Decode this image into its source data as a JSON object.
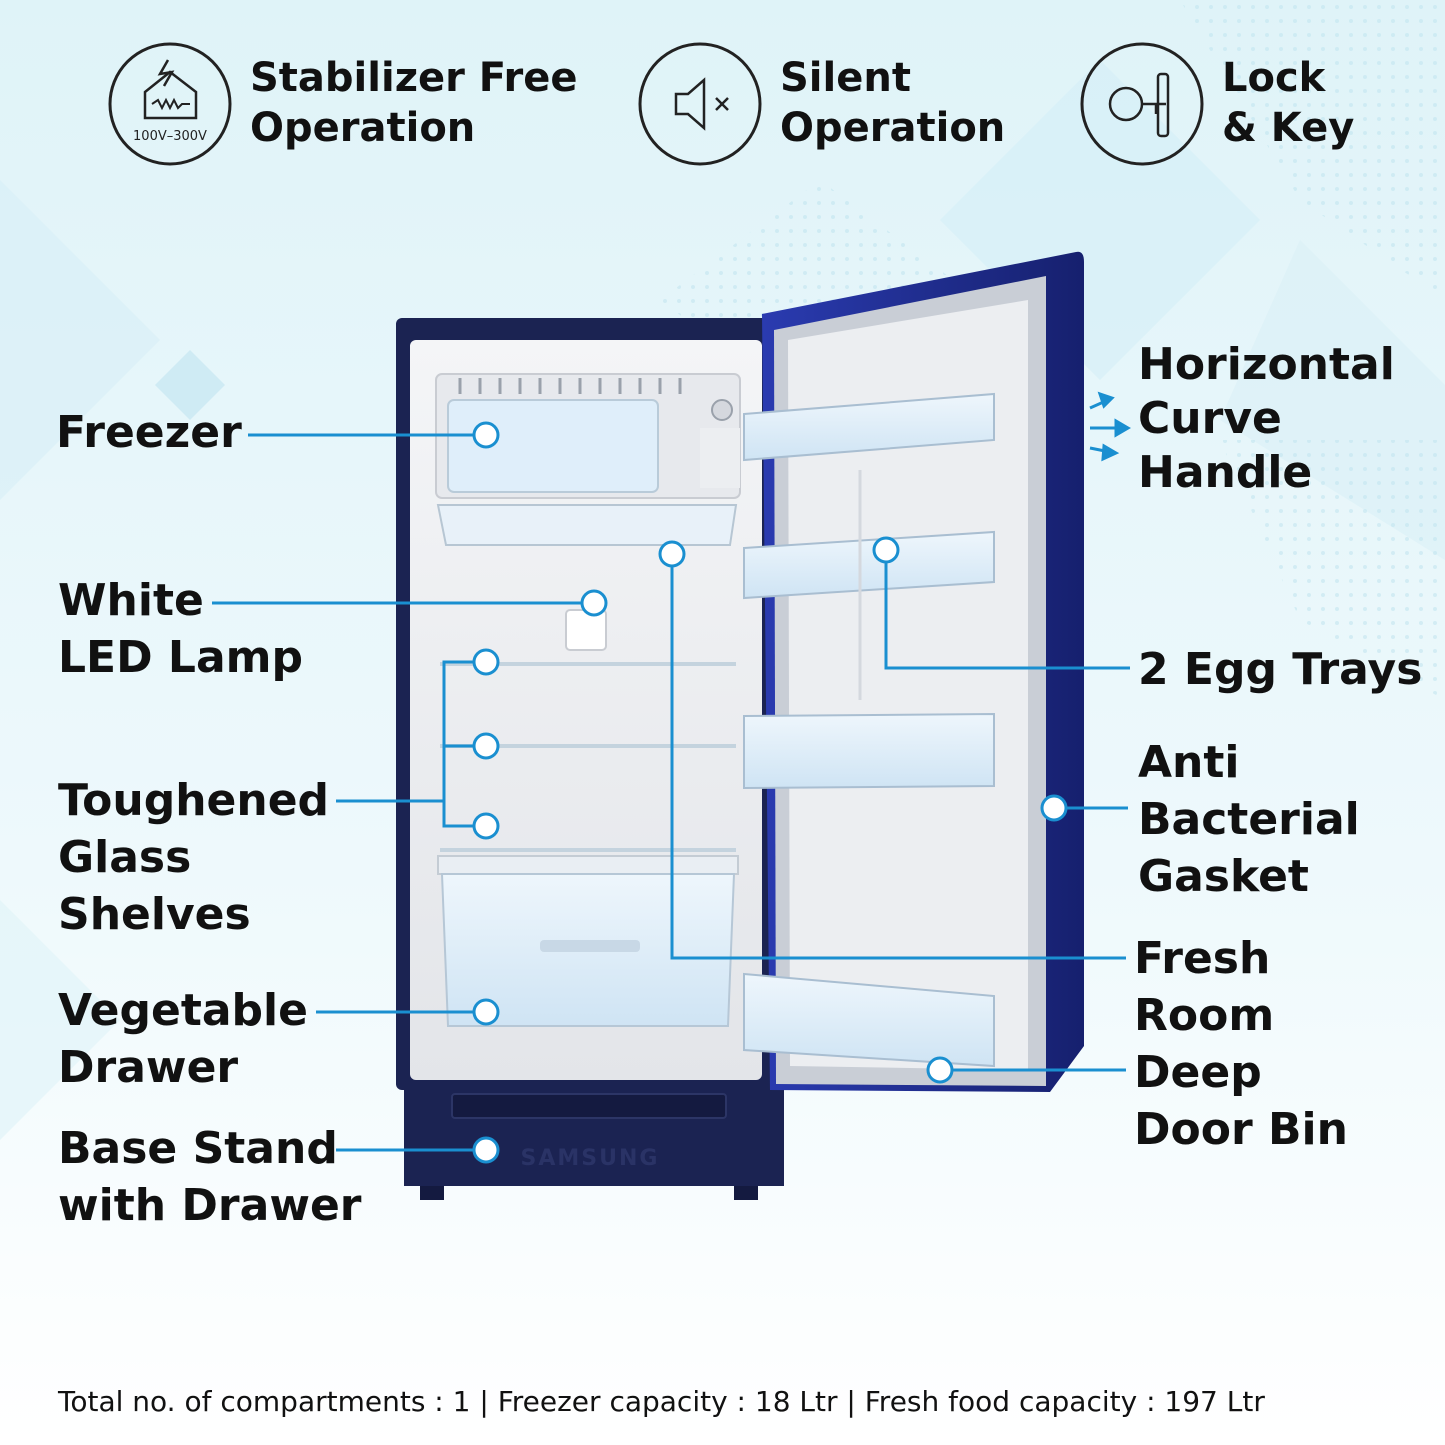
{
  "features": [
    {
      "icon": "voltage-house-icon",
      "badge": "100V–300V",
      "lines": [
        "Stabilizer Free",
        "Operation"
      ]
    },
    {
      "icon": "speaker-mute-icon",
      "lines": [
        "Silent",
        "Operation"
      ]
    },
    {
      "icon": "lock-key-icon",
      "lines": [
        "Lock",
        "& Key"
      ]
    }
  ],
  "left_labels": [
    {
      "name": "label-freezer",
      "lines": [
        "Freezer"
      ]
    },
    {
      "name": "label-white-led-lamp",
      "lines": [
        "White",
        "LED Lamp"
      ]
    },
    {
      "name": "label-toughened-glass-shelves",
      "lines": [
        "Toughened",
        "Glass",
        "Shelves"
      ]
    },
    {
      "name": "label-vegetable-drawer",
      "lines": [
        "Vegetable",
        "Drawer"
      ]
    },
    {
      "name": "label-base-stand",
      "lines": [
        "Base Stand",
        "with Drawer"
      ]
    }
  ],
  "right_labels": [
    {
      "name": "label-horizontal-curve-handle",
      "lines": [
        "Horizontal",
        "Curve",
        "Handle"
      ]
    },
    {
      "name": "label-egg-trays",
      "lines": [
        "2 Egg Trays"
      ]
    },
    {
      "name": "label-anti-bacterial-gasket",
      "lines": [
        "Anti",
        "Bacterial",
        "Gasket"
      ]
    },
    {
      "name": "label-fresh-room-deep-door-bin",
      "lines": [
        "Fresh",
        "Room",
        "Deep",
        "Door Bin"
      ]
    }
  ],
  "brand": "SAMSUNG",
  "footer": "Total no. of compartments : 1 | Freezer capacity : 18 Ltr | Fresh food capacity : 197 Ltr",
  "colors": {
    "accent": "#1a8fd0",
    "navy": "#1b2352",
    "door_blue": "#2a3bb0",
    "background": "#eaf7fb"
  }
}
